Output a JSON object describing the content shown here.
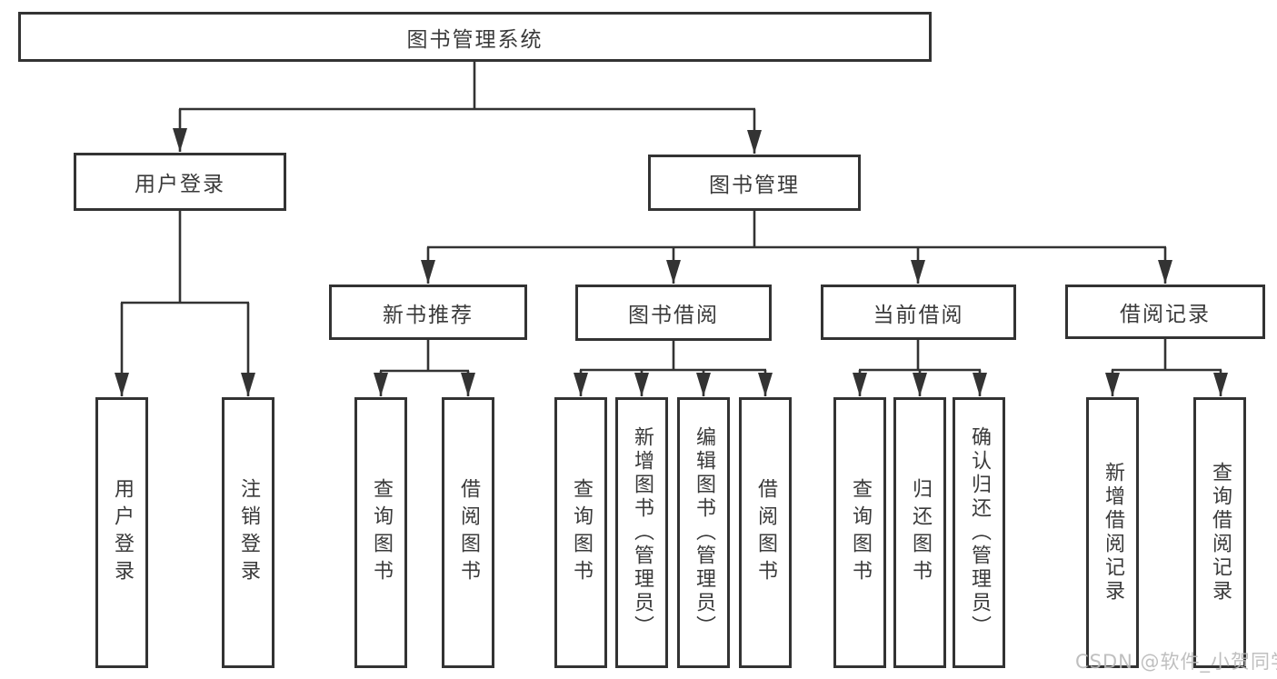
{
  "diagram": {
    "root": {
      "label": "图书管理系统"
    },
    "level2": [
      {
        "label": "用户登录"
      },
      {
        "label": "图书管理"
      }
    ],
    "level3": [
      {
        "label": "新书推荐"
      },
      {
        "label": "图书借阅"
      },
      {
        "label": "当前借阅"
      },
      {
        "label": "借阅记录"
      }
    ],
    "leaves": {
      "user_login": [
        {
          "label": "用户登录"
        },
        {
          "label": "注销登录"
        }
      ],
      "new_book": [
        {
          "label": "查询图书"
        },
        {
          "label": "借阅图书"
        }
      ],
      "book_borrow": [
        {
          "label": "查询图书"
        },
        {
          "label": "新增图书（管理员）"
        },
        {
          "label": "编辑图书（管理员）"
        },
        {
          "label": "借阅图书"
        }
      ],
      "current_borrow": [
        {
          "label": "查询图书"
        },
        {
          "label": "归还图书"
        },
        {
          "label": "确认归还（管理员）"
        }
      ],
      "borrow_record": [
        {
          "label": "新增借阅记录"
        },
        {
          "label": "查询借阅记录"
        }
      ]
    },
    "colors": {
      "line": "#333333",
      "text": "#3a3a3a",
      "box_fill": "#ffffff",
      "watermark": "#b9b9b9"
    }
  },
  "watermark": {
    "text": "CSDN @软件_小贺同学"
  }
}
